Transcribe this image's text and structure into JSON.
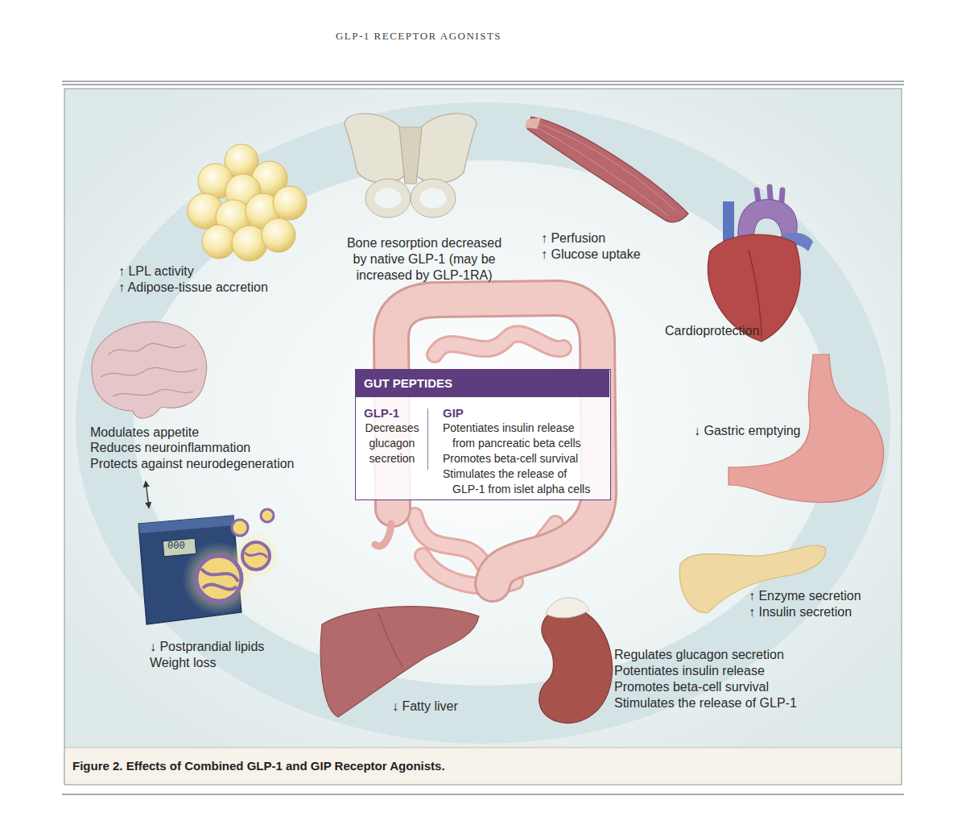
{
  "diagram": {
    "caption": "Figure 2. Effects of Combined GLP-1 and GIP Receptor Agonists.",
    "nodes": [
      {
        "text": [
          "GUT PEPTIDES",
          "GLP-1",
          "Decreases glucagon secretion",
          "GIP",
          "Potentiates insulin release from pancreatic beta cells",
          "Promotes beta-cell survival",
          "Stimulates the release of GLP-1 from islet alpha cells"
        ]
      }
    ],
    "labels": [
      "GLP-1 RECEPTOR AGONISTS",
      "↑ LPL activity",
      "↑ Adipose-tissue accretion",
      "Bone resorption decreased by native GLP-1 (may be increased by GLP-1RA)",
      "↑ Perfusion",
      "↑ Glucose uptake",
      "Cardioprotection",
      "↓ Gastric emptying",
      "↑ Enzyme secretion",
      "↑ Insulin secretion",
      "Regulates glucagon secretion",
      "Potentiates insulin release",
      "Promotes beta-cell survival",
      "Stimulates the release of GLP-1",
      "↓ Fatty liver",
      "↓ Postprandial lipids",
      "Weight loss",
      "Modulates appetite",
      "Reduces neuroinflammation",
      "Protects against neurodegeneration",
      "000"
    ]
  }
}
